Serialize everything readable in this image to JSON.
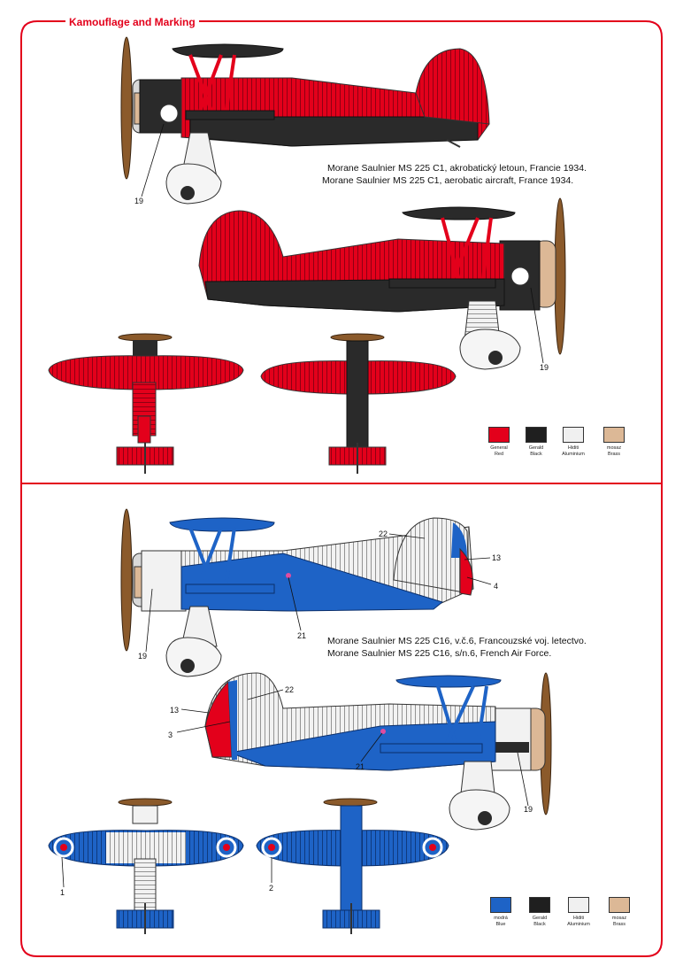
{
  "page": {
    "title": "Kamouflage and Marking"
  },
  "scheme1": {
    "caption_cz": "Morane Saulnier MS 225 C1, akrobatický letoun, Francie 1934.",
    "caption_en": "Morane Saulnier MS 225 C1, aerobatic aircraft, France 1934.",
    "callouts": [
      "19",
      "19"
    ],
    "swatches": [
      {
        "label1": "General",
        "label2": "Red",
        "color": "#e3001b"
      },
      {
        "label1": "Gerald",
        "label2": "Black",
        "color": "#1f1f1f"
      },
      {
        "label1": "Hiditi",
        "label2": "Aluminium",
        "color": "#f0f0f0"
      },
      {
        "label1": "mosaz",
        "label2": "Brass",
        "color": "#dcb896"
      }
    ]
  },
  "scheme2": {
    "caption_cz": "Morane Saulnier MS 225 C16, v.č.6, Francouzské voj. letectvo.",
    "caption_en": "Morane Saulnier MS 225 C16, s/n.6, French Air Force.",
    "callouts": [
      "22",
      "13",
      "4",
      "19",
      "21",
      "22",
      "13",
      "3",
      "21",
      "19",
      "1",
      "2"
    ],
    "swatches": [
      {
        "label1": "modrá",
        "label2": "Blue",
        "color": "#1e63c6"
      },
      {
        "label1": "Gerald",
        "label2": "Black",
        "color": "#1f1f1f"
      },
      {
        "label1": "Hiditi",
        "label2": "Aluminium",
        "color": "#f0f0f0"
      },
      {
        "label1": "mosaz",
        "label2": "Brass",
        "color": "#dcb896"
      }
    ]
  },
  "colors": {
    "frame": "#e3001b",
    "red": "#e3001b",
    "black": "#2a2a2a",
    "blue": "#1e63c6",
    "silver": "#eeeeee",
    "brass": "#dcb896",
    "prop": "#8b5a2b"
  }
}
